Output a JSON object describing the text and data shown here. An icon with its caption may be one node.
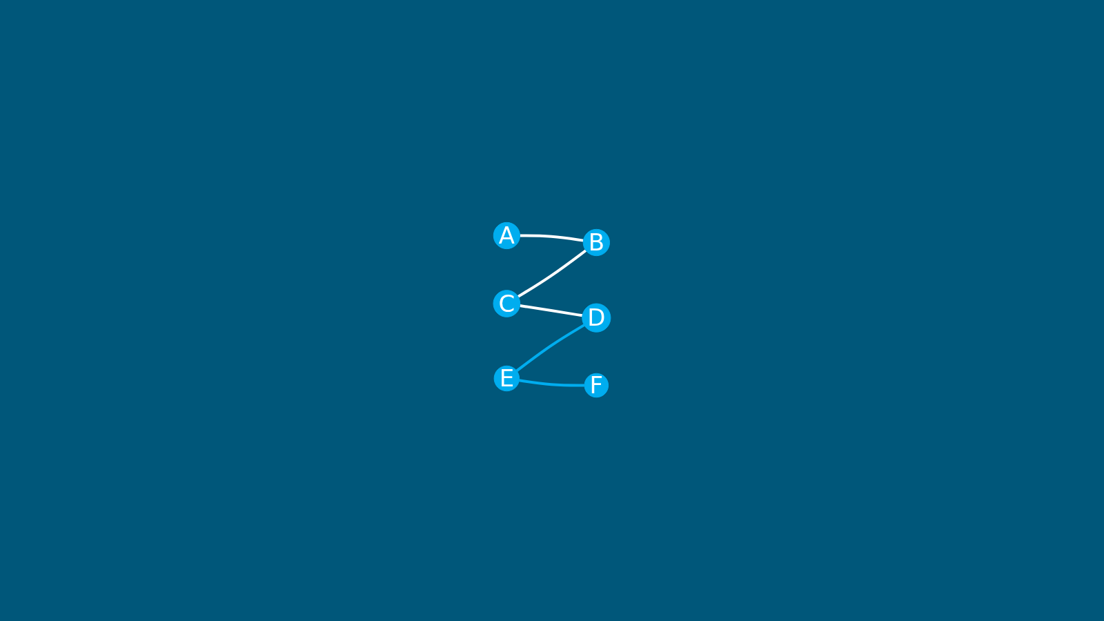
{
  "diagram": {
    "nodes": [
      {
        "text": [
          "A"
        ]
      },
      {
        "text": [
          "B"
        ]
      },
      {
        "text": [
          "C"
        ]
      },
      {
        "text": [
          "D"
        ]
      },
      {
        "text": [
          "E"
        ]
      },
      {
        "text": [
          "F"
        ]
      }
    ],
    "edges": [
      {
        "from": 0,
        "to": 1,
        "arrow": "none"
      },
      {
        "from": 2,
        "to": 1,
        "arrow": "none"
      },
      {
        "from": 2,
        "to": 3,
        "arrow": "none"
      },
      {
        "from": 4,
        "to": 3,
        "arrow": "none",
        "color": "#00adef"
      },
      {
        "from": 4,
        "to": 5,
        "arrow": "none",
        "color": "#00adef"
      }
    ]
  }
}
